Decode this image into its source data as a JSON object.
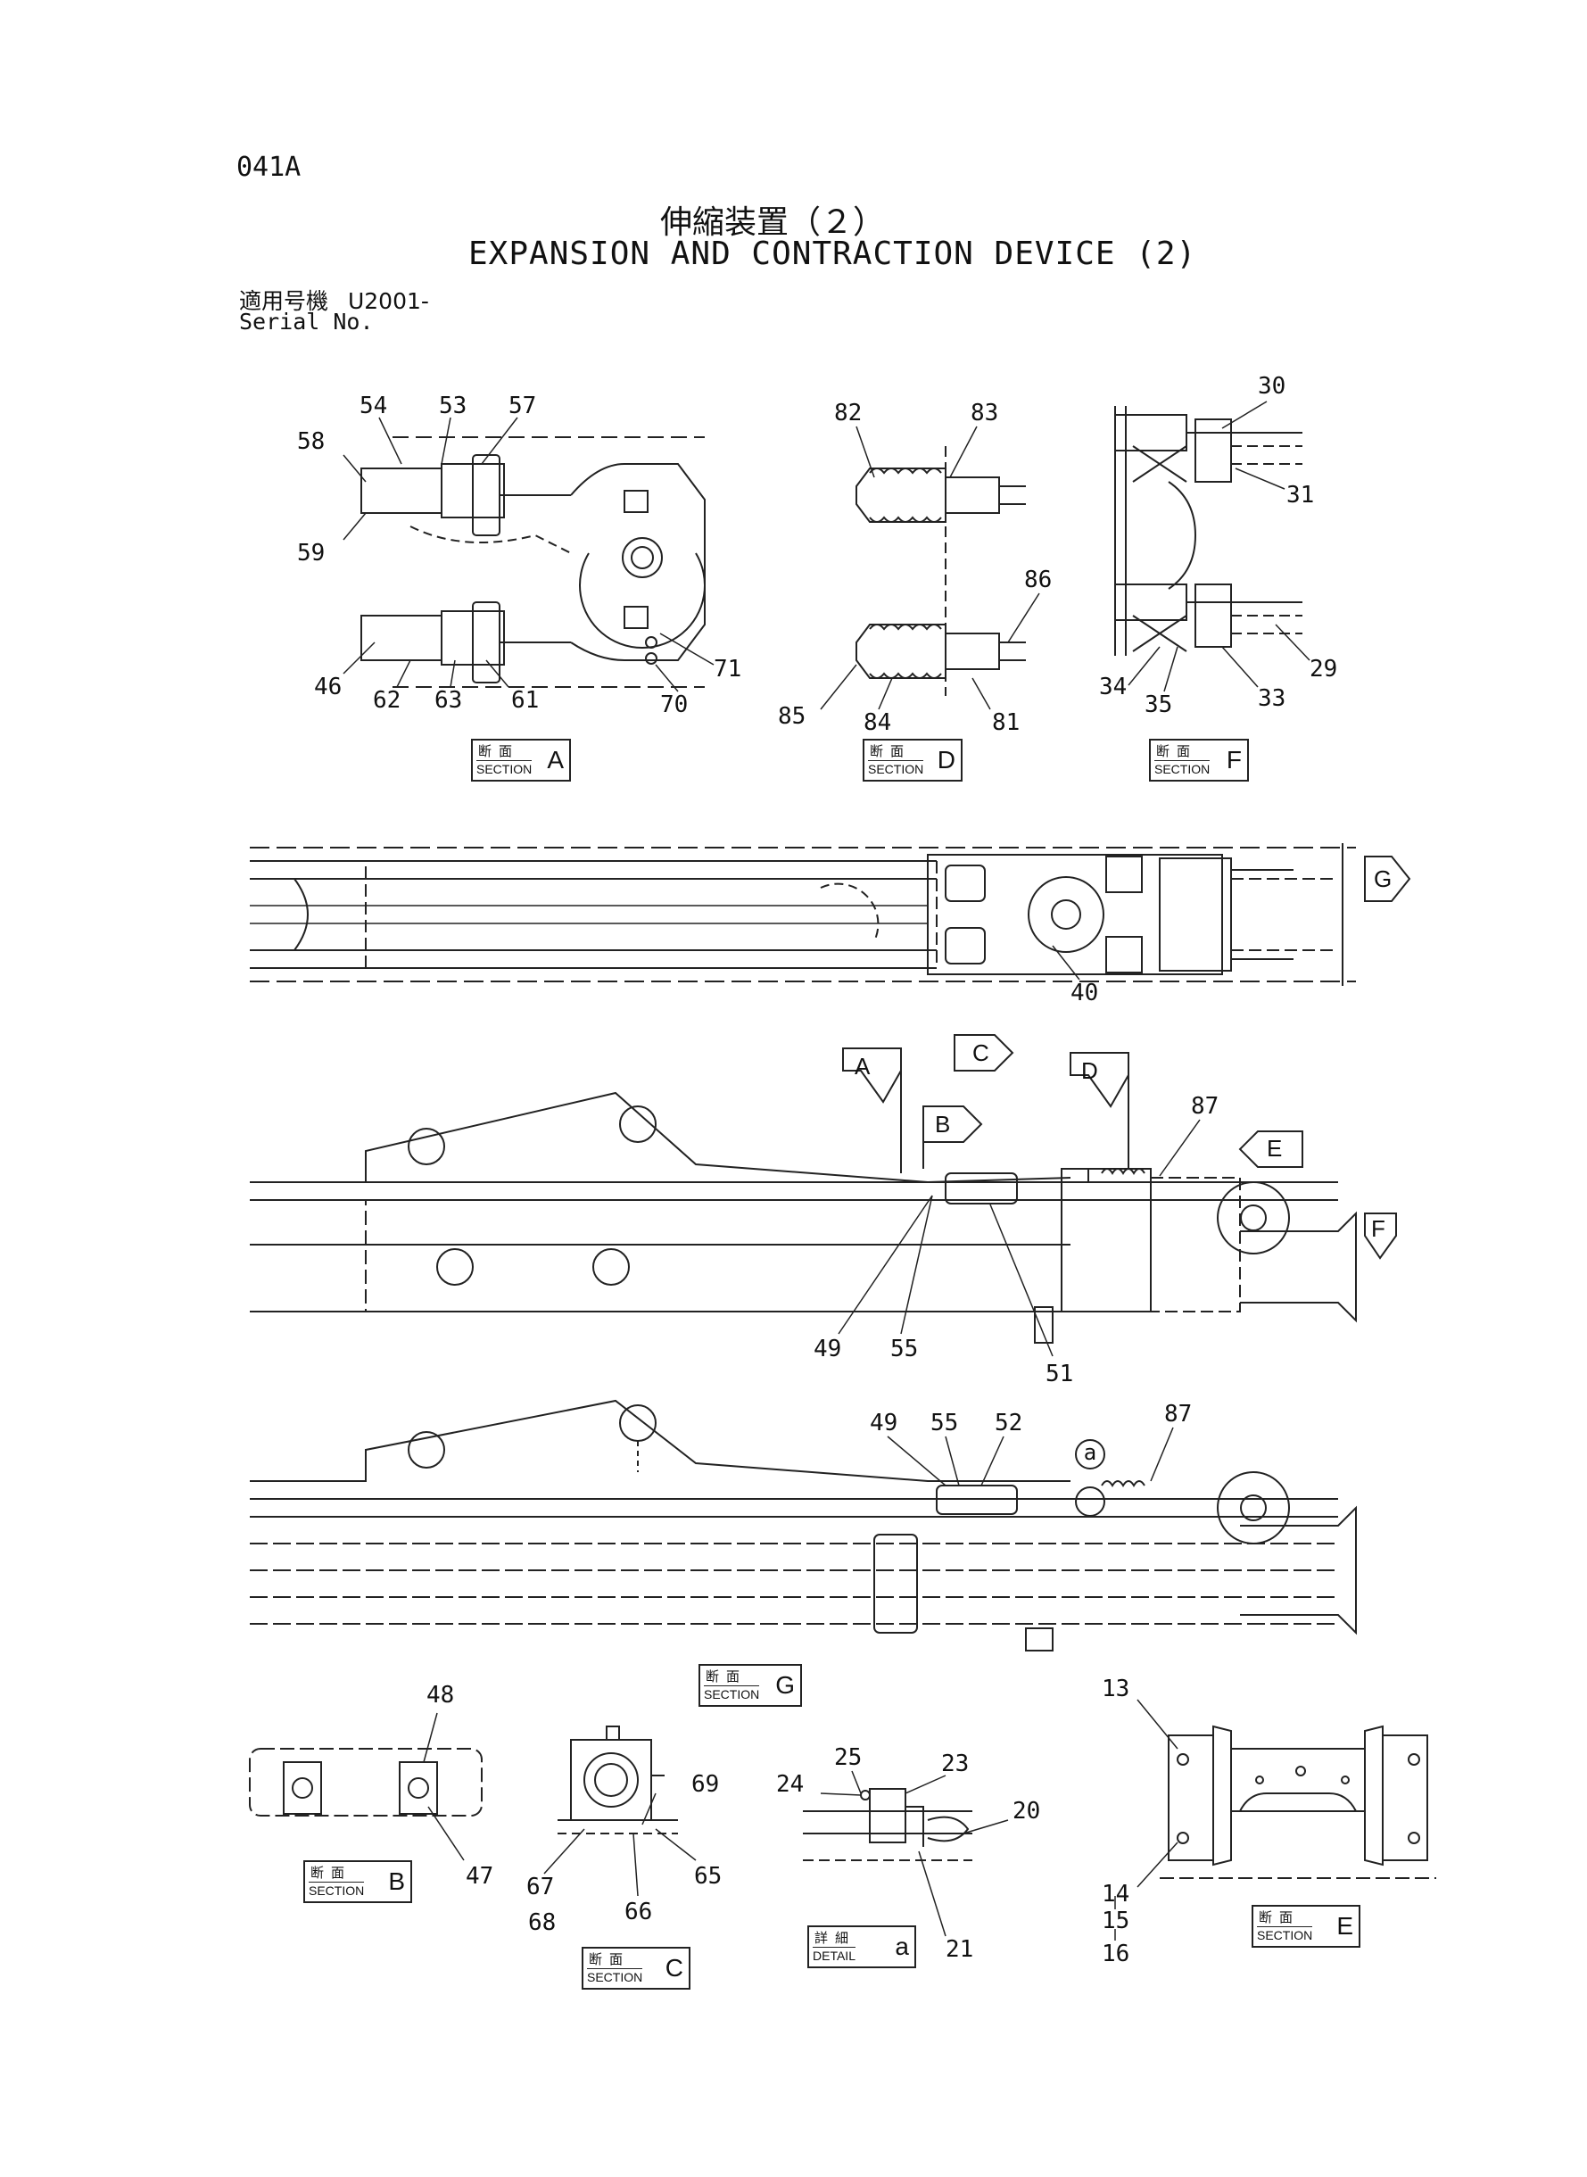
{
  "header": {
    "page_number": "041A",
    "title_jp": "伸縮装置（２）",
    "title_en": "EXPANSION AND CONTRACTION DEVICE (2)",
    "serial_label_jp": "適用号機",
    "serial_value": "U2001-",
    "serial_label_en": "Serial No."
  },
  "section_boxes": [
    {
      "jp": "断面",
      "en": "SECTION",
      "letter": "A"
    },
    {
      "jp": "断面",
      "en": "SECTION",
      "letter": "D"
    },
    {
      "jp": "断面",
      "en": "SECTION",
      "letter": "F"
    },
    {
      "jp": "断面",
      "en": "SECTION",
      "letter": "G"
    },
    {
      "jp": "断面",
      "en": "SECTION",
      "letter": "B"
    },
    {
      "jp": "断面",
      "en": "SECTION",
      "letter": "C"
    },
    {
      "jp": "詳細",
      "en": "DETAIL",
      "letter": "a"
    },
    {
      "jp": "断面",
      "en": "SECTION",
      "letter": "E"
    }
  ],
  "view_arrows": [
    "A",
    "B",
    "C",
    "D",
    "E",
    "F",
    "G"
  ],
  "part_numbers": {
    "section_a": [
      "54",
      "53",
      "57",
      "58",
      "59",
      "46",
      "62",
      "63",
      "61",
      "70",
      "71"
    ],
    "section_d": [
      "82",
      "83",
      "86",
      "85",
      "84",
      "81"
    ],
    "section_f": [
      "30",
      "31",
      "29",
      "34",
      "35",
      "33"
    ],
    "top_view": [
      "40"
    ],
    "side_view": [
      "87",
      "49",
      "55",
      "51"
    ],
    "section_g": [
      "49",
      "55",
      "52",
      "87",
      "a"
    ],
    "section_b": [
      "48",
      "47"
    ],
    "section_c": [
      "69",
      "67",
      "68",
      "66",
      "65"
    ],
    "detail_a": [
      "25",
      "23",
      "24",
      "20",
      "21"
    ],
    "section_e": [
      "13",
      "14",
      "15",
      "16"
    ]
  }
}
